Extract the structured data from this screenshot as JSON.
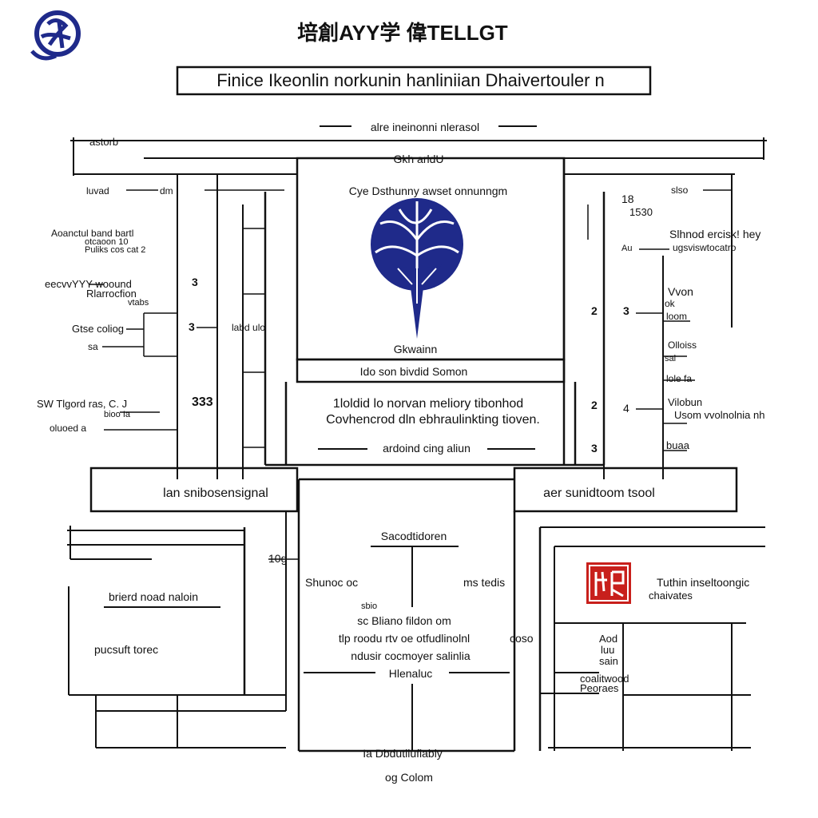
{
  "header": {
    "title": "培創AYY学 偉TELLGT",
    "banner": "Finice Ikeonlin norkunin hanliniian Dhaivertouler n"
  },
  "colors": {
    "ink": "#111111",
    "emblem_blue": "#1f2a8a",
    "seal_red": "#c8201c"
  },
  "icons": {
    "logo": "monogram-logo-icon",
    "emblem": "tree-emblem-icon",
    "seal": "red-seal-icon"
  },
  "top": {
    "span_label": "alre ineinonni nlerasol",
    "sub_label": "Gkh arldU"
  },
  "center": {
    "title": "Cye Dsthunny awset onnunngm",
    "emblem_caption": "Gkwainn",
    "band_label": "Ido son bivdid Somon",
    "desc_line1": "1loldid lo norvan meliory tibonhod",
    "desc_line2": "Covhencrod dln ebhraulinkting tioven.",
    "footer_label": "ardoind cing aliun"
  },
  "left_labels": {
    "l1": "astorb",
    "l2": "luvad",
    "l2b": "dm",
    "l3_line1": "Aoanctul  band bartl",
    "l3_line2": "otcaoon 10",
    "l3_line3": "Puliks cos cat 2",
    "l4_line1": "eecvvYYY woound",
    "l4_line2": "Rlarrocfion",
    "l4_line3": "vtabs",
    "n3a": "3",
    "l5": "Gtse coliog",
    "l5b": "sa",
    "n3b": "3",
    "l5c": "labd ulo",
    "l6_line1": "SW Tlgord ras, C. J",
    "l6_line2": "bioo Ia",
    "l6_line3": "oluoed a",
    "n333": "333"
  },
  "right_labels": {
    "r1": "slso",
    "r1n1": "18",
    "r1n2": "1530",
    "r2_line1": "Slhnod ercisk! hey",
    "r2_line2": "ugsviswtocatro",
    "r2_prefix": "Au",
    "r3_line1": "Vvon",
    "r3_line2": "ok",
    "r3_line3": "loom",
    "n2a": "2",
    "n3c": "3",
    "r4_line1": "Olloiss",
    "r4_line2": "sal",
    "r4_line3": "lole fa",
    "n2b": "2",
    "r4p": "4",
    "r5_line1": "Vilobun",
    "r5_line2": "Usom vvolnolnia nh",
    "n3d": "3",
    "r6": "buaa"
  },
  "middle": {
    "left_band": "lan snibosensignal",
    "right_band": "aer sunidtoom tsool"
  },
  "bottom": {
    "section_title": "Sacodtidoren",
    "left_mid": "Shunoc oc",
    "right_mid": "ms tedis",
    "label_10g": "10g",
    "small": "sbio",
    "line1": "sc Bliano fildon om",
    "line2": "tlp roodu rtv oe otfudlinolnl",
    "line2b": "coso",
    "line3": "ndusir cocmoyer salinlia",
    "line4": "Hlenaluc",
    "footer1": "Ia Dbdutilufiably",
    "footer2": "og Colom",
    "left_title": "brierd noad naloin",
    "left_sub": "pucsuft torec",
    "right_title_line1": "Tuthin inseltoongic",
    "right_title_line2": "chaivates",
    "right_sub_line1": "Aod",
    "right_sub_line2": "luu",
    "right_sub_line3": "sain",
    "right_sub2_line1": "coalitwood",
    "right_sub2_line2": "Peoraes"
  }
}
